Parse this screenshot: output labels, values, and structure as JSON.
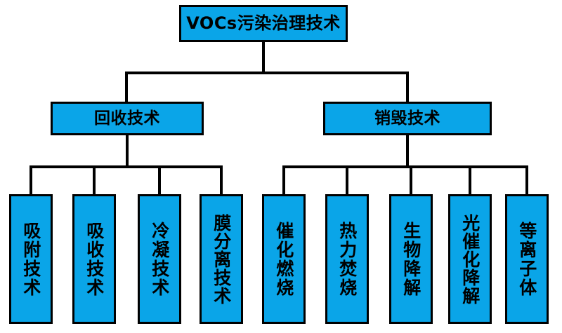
{
  "diagram": {
    "title": "VOCs污染治理技术",
    "type": "hierarchy-tree",
    "colors": {
      "node_fill": "#0aa5e8",
      "node_border": "#000000",
      "connector": "#000000",
      "background": "#ffffff",
      "text": "#000000"
    },
    "root": {
      "label": "VOCs污染治理技术"
    },
    "branches": [
      {
        "id": "recovery",
        "label": "回收技术",
        "leaves": [
          {
            "id": "adsorption",
            "label": "吸附技术"
          },
          {
            "id": "absorption",
            "label": "吸收技术"
          },
          {
            "id": "condensation",
            "label": "冷凝技术"
          },
          {
            "id": "membrane-separation",
            "label": "膜分离技术"
          }
        ]
      },
      {
        "id": "destruction",
        "label": "销毁技术",
        "leaves": [
          {
            "id": "catalytic-combustion",
            "label": "催化燃烧"
          },
          {
            "id": "thermal-incineration",
            "label": "热力焚烧"
          },
          {
            "id": "biodegradation",
            "label": "生物降解"
          },
          {
            "id": "photocatalytic-degradation",
            "label": "光催化降解"
          },
          {
            "id": "plasma",
            "label": "等离子体"
          }
        ]
      }
    ]
  }
}
